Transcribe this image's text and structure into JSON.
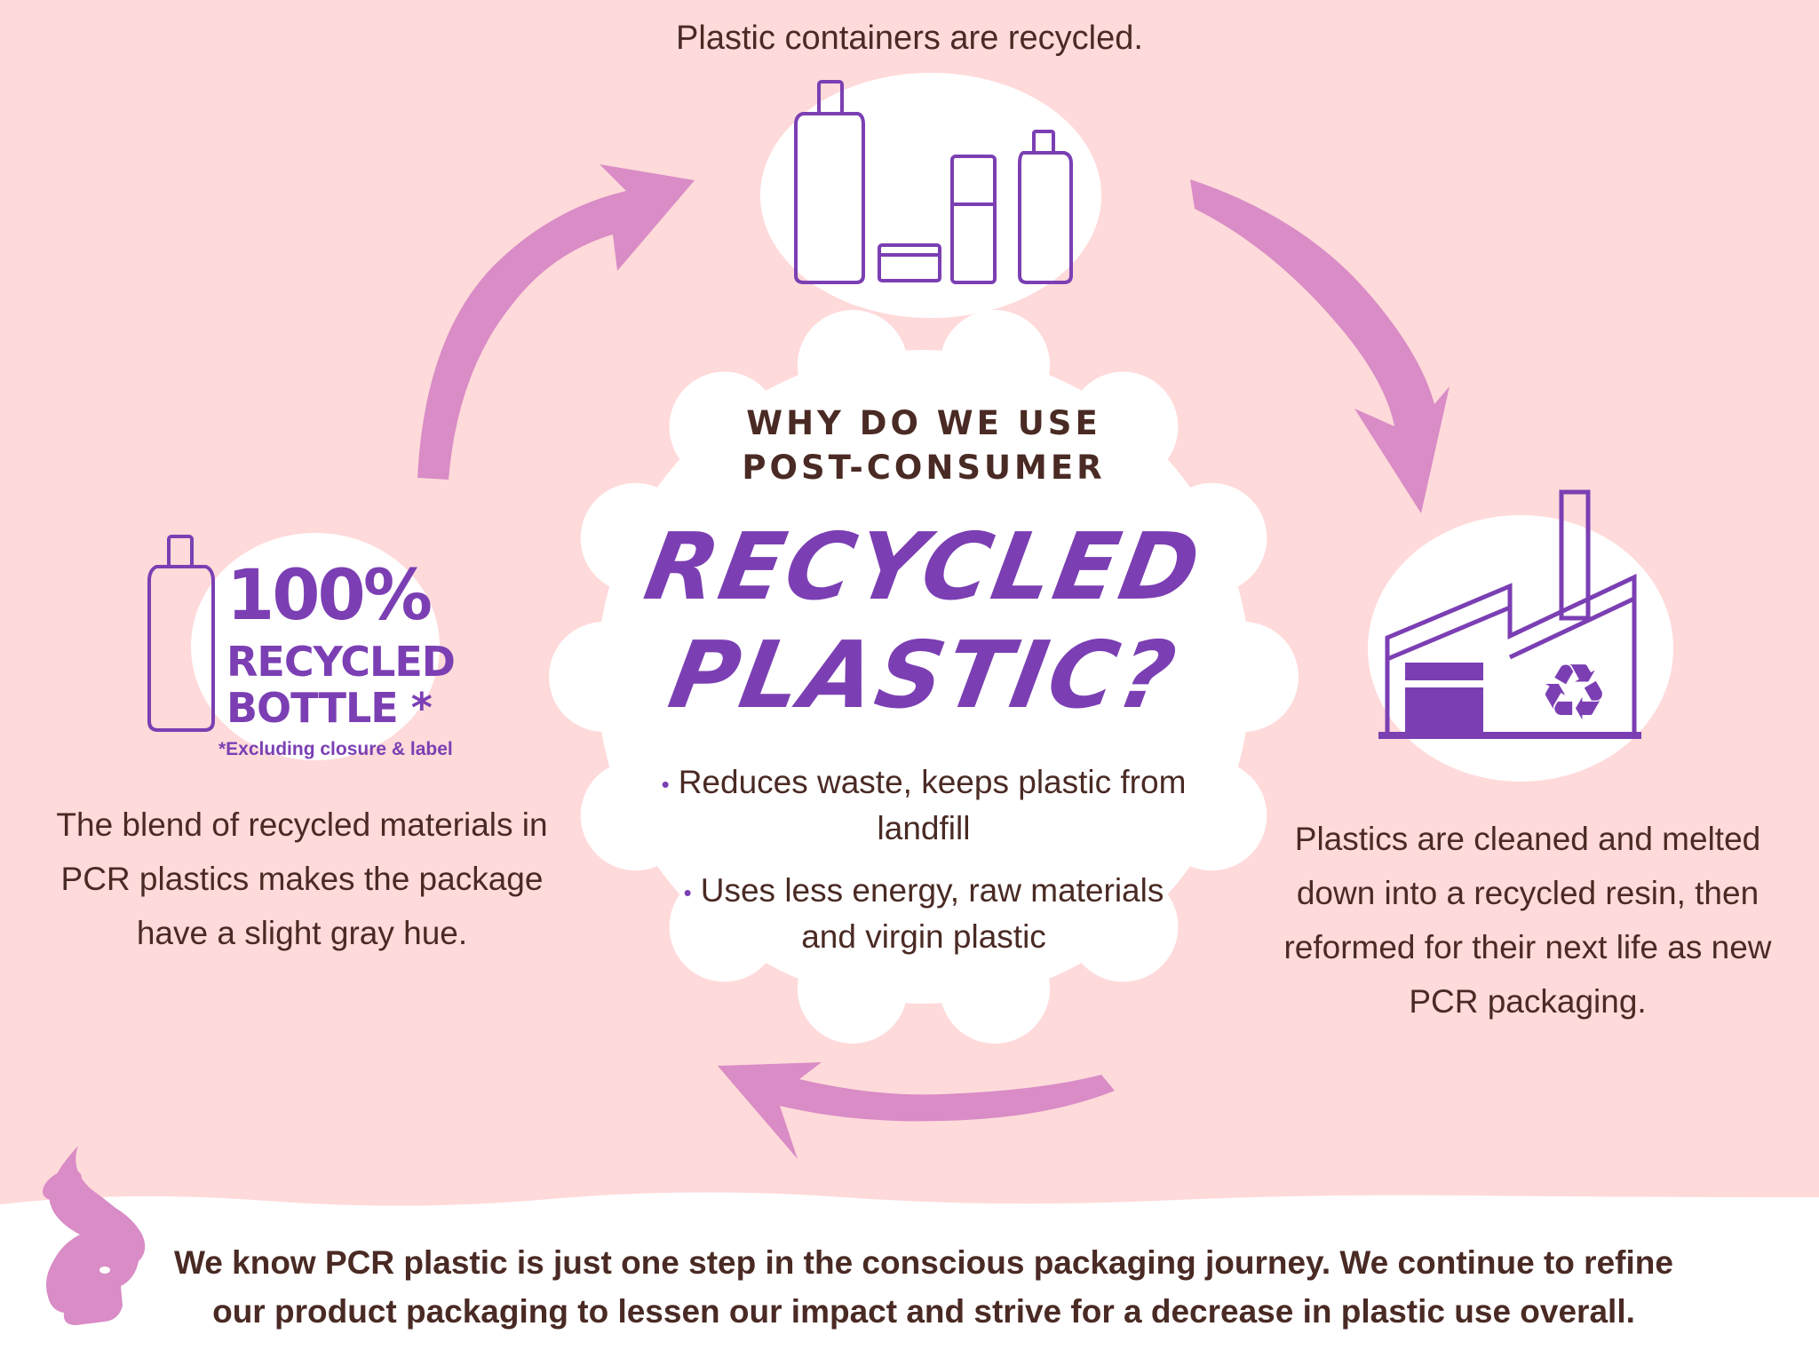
{
  "colors": {
    "background": "#FFDADA",
    "arrow": "#D98CC6",
    "purple": "#7B3FB3",
    "text": "#4A2A24",
    "bunny": "#D98CC6",
    "white": "#FFFFFF"
  },
  "steps": [
    {
      "id": "collect",
      "caption": "Plastic containers are recycled.",
      "icon": "plastic-containers-icon"
    },
    {
      "id": "process",
      "caption": "Plastics are cleaned and melted down into a recycled resin, then reformed for their next life as new PCR packaging.",
      "icon": "recycling-factory-icon"
    },
    {
      "id": "result",
      "caption": "The blend of recycled materials in PCR plastics makes the package have a slight gray hue.",
      "icon": "recycled-bottle-icon"
    }
  ],
  "flow": [
    "collect",
    "process",
    "result",
    "collect"
  ],
  "center": {
    "kicker_line1": "WHY DO WE USE",
    "kicker_line2": "POST-CONSUMER",
    "headline_line1": "RECYCLED",
    "headline_line2": "PLASTIC?",
    "bullets": [
      "Reduces waste, keeps plastic from landfill",
      "Uses less energy, raw materials and virgin plastic"
    ]
  },
  "badge": {
    "percent": "100%",
    "line1": "RECYCLED",
    "line2": "BOTTLE *",
    "note": "*Excluding closure & label"
  },
  "footer": {
    "text": "We know PCR plastic is just one step in the conscious packaging journey. We continue to refine our product packaging to lessen our impact and strive for a decrease in plastic use overall.",
    "icon": "bunny-icon"
  }
}
